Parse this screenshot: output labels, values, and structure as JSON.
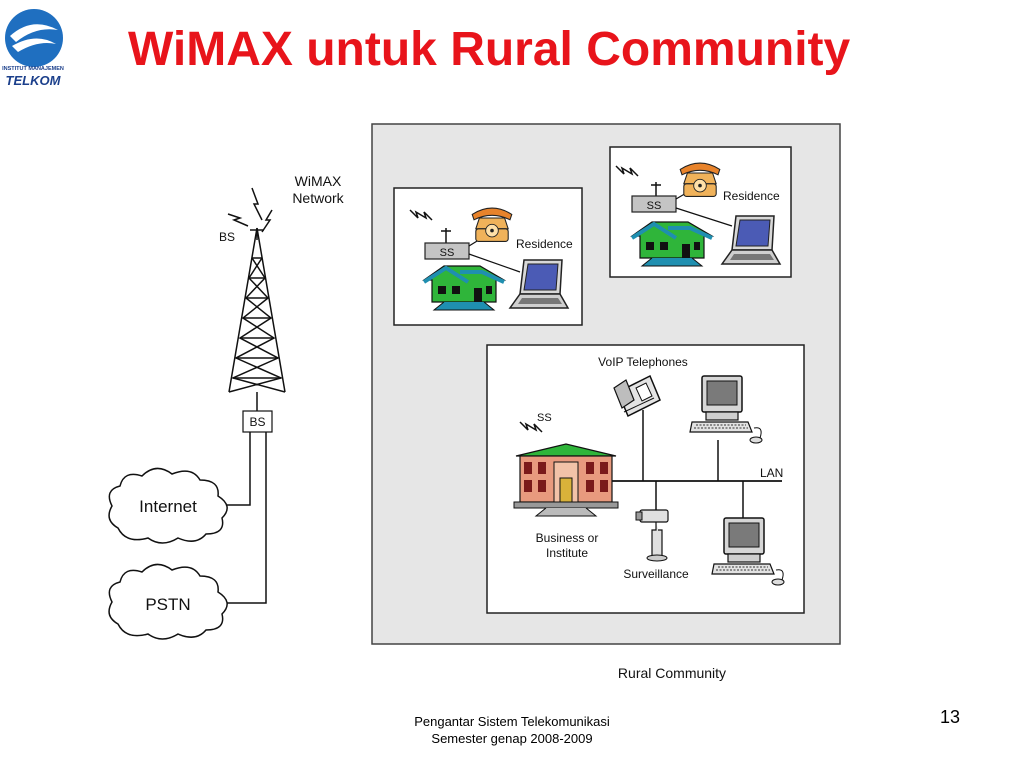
{
  "slide": {
    "title": "WiMAX untuk Rural Community",
    "page_number": "13",
    "footer_line1": "Pengantar Sistem Telekomunikasi",
    "footer_line2": "Semester genap 2008-2009"
  },
  "logo": {
    "caption": "INSTITUT MANAJEMEN",
    "name": "TELKOM",
    "icon": "telkom-swirl-logo"
  },
  "diagram": {
    "network_label_1": "WiMAX",
    "network_label_2": "Network",
    "tower_bs_label": "BS",
    "bs_box_label": "BS",
    "internet_label": "Internet",
    "pstn_label": "PSTN",
    "rural_community_label": "Rural Community",
    "residence_1": {
      "label": "Residence",
      "ss_label": "SS"
    },
    "residence_2": {
      "label": "Residence",
      "ss_label": "SS"
    },
    "business": {
      "ss_label": "SS",
      "building_label_1": "Business or",
      "building_label_2": "Institute",
      "voip_label": "VoIP Telephones",
      "lan_label": "LAN",
      "surveillance_label": "Surveillance"
    }
  },
  "colors": {
    "title_red": "#e8141b",
    "house_green": "#2fb53a",
    "house_teal": "#1f8fb0",
    "building_salmon": "#e89a7e",
    "phone_orange": "#f0b25a",
    "panel_gray": "#e6e6e6"
  }
}
